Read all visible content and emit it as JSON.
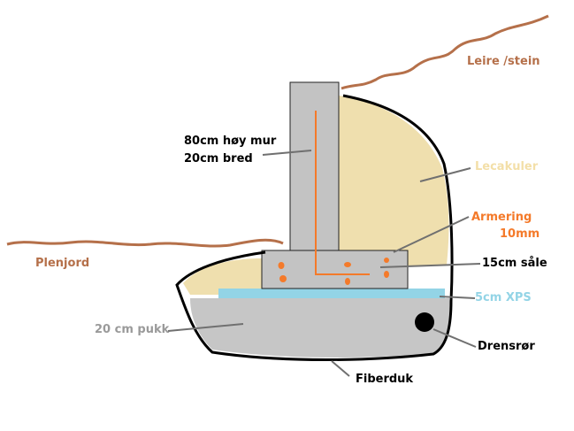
{
  "labels": {
    "wall_height": "80cm høy mur",
    "wall_width": "20cm bred",
    "clay": "Leire /stein",
    "leca": "Lecakuler",
    "rebar": "Armering",
    "rebar_size": "10mm",
    "footing": "15cm såle",
    "xps": "5cm XPS",
    "drain": "Drensrør",
    "fabric": "Fiberduk",
    "topsoil": "Plenjord",
    "gravel": "20 cm pukk"
  },
  "colors": {
    "soil": "#b5704a",
    "leca": "#efdfae",
    "leca_text": "#f3dfa8",
    "concrete": "#c3c3c3",
    "rebar": "#f47a2a",
    "xps": "#93d4e6",
    "gravel": "#c6c6c6",
    "gravel_text": "#9a9a9a",
    "pointer": "#707070"
  }
}
